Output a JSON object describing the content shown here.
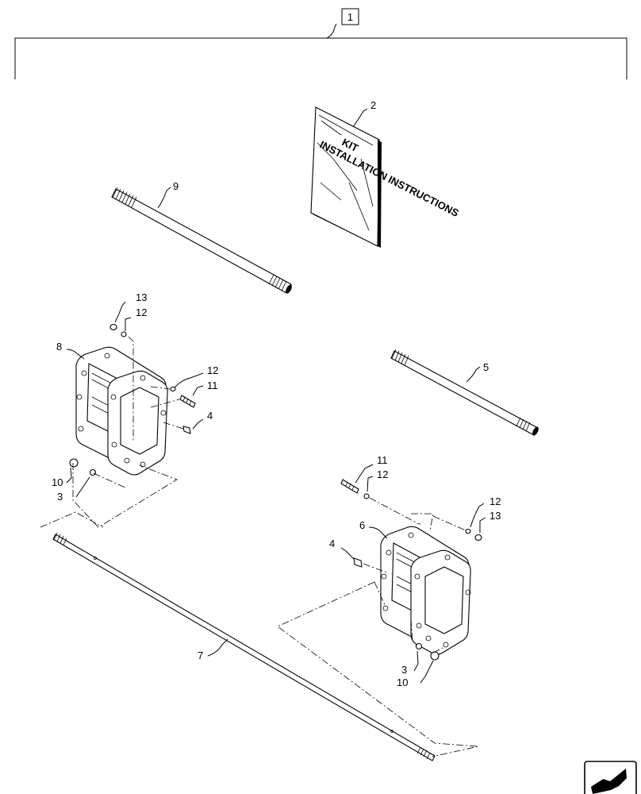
{
  "assembly_label": "1",
  "booklet": {
    "callout": "2",
    "title_line1": "KIT",
    "title_line2": "INSTALLATION INSTRUCTIONS"
  },
  "callouts": {
    "p3_left": "3",
    "p3_right": "3",
    "p4_left": "4",
    "p4_right": "4",
    "p5": "5",
    "p6": "6",
    "p7": "7",
    "p8": "8",
    "p9": "9",
    "p10_left": "10",
    "p10_right": "10",
    "p11_left": "11",
    "p11_right": "11",
    "p12_a": "12",
    "p12_b": "12",
    "p12_c": "12",
    "p12_d": "12",
    "p13_left": "13",
    "p13_right": "13"
  },
  "nav_icon": "next-page-arrow-icon"
}
